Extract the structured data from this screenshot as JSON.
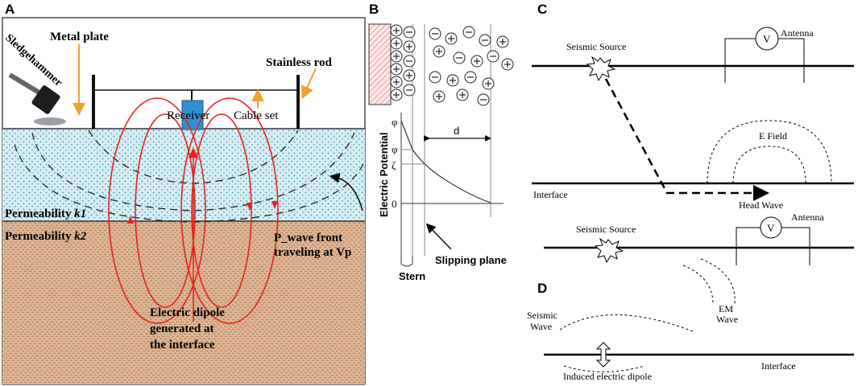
{
  "panel_a": {
    "label": "A",
    "sledgehammer": "Sledgehammer",
    "metal_plate": "Metal plate",
    "stainless_rod": "Stainless rod",
    "receiver": "Receiver",
    "cable_set": "Cable set",
    "permeability_k1_text": "Permeability ",
    "permeability_k1_var": "k1",
    "permeability_k2_text": "Permeability ",
    "permeability_k2_var": "k2",
    "pwave_line1": "P_wave front",
    "pwave_line2": "traveling at Vp",
    "dipole_line1": "Electric dipole",
    "dipole_line2": "generated at",
    "dipole_line3": "the interface",
    "colors": {
      "upper_layer": "#d7ecf2",
      "lower_layer": "#dcb596",
      "dipole": "#e8221c",
      "arrow": "#f0a030",
      "receiver": "#2f8fd0"
    }
  },
  "panel_b": {
    "label": "B",
    "y_axis_label": "Electric Potential",
    "phi0": "φ",
    "phi": "φ",
    "zeta": "ζ",
    "zero": "0",
    "distance": "d",
    "stern": "Stern",
    "slipping_plane": "Slipping plane"
  },
  "panel_c": {
    "label": "C",
    "seismic_source": "Seismic Source",
    "antenna": "Antenna",
    "voltmeter": "V",
    "e_field": "E Field",
    "interface": "Interface",
    "head_wave": "Head Wave"
  },
  "panel_d": {
    "label": "D",
    "seismic_source": "Seismic Source",
    "antenna": "Antenna",
    "voltmeter": "V",
    "seismic_wave_line1": "Seismic",
    "seismic_wave_line2": "Wave",
    "em_wave_line1": "EM",
    "em_wave_line2": "Wave",
    "interface": "Interface",
    "induced_dipole": "Induced electric dipole"
  }
}
